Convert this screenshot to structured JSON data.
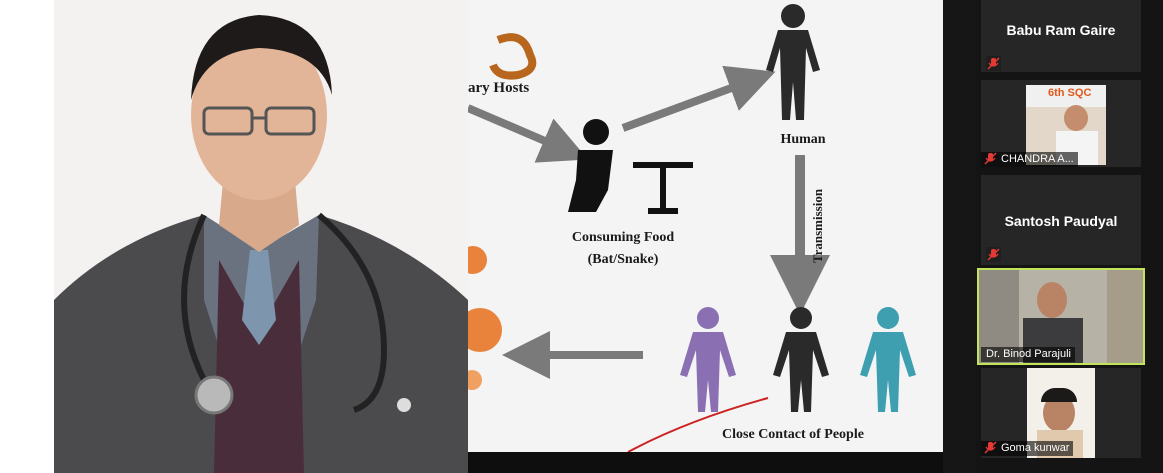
{
  "slide": {
    "hosts_label": "ary Hosts",
    "human_label": "Human",
    "consuming_label_1": "Consuming Food",
    "consuming_label_2": "(Bat/Snake)",
    "transmission_label": "Transmission",
    "contact_label": "Close Contact of People"
  },
  "participants": [
    {
      "name": "Babu Ram Gaire",
      "video": false,
      "muted": true
    },
    {
      "name": "CHANDRA A...",
      "video": true,
      "muted": true
    },
    {
      "name": "Santosh Paudyal",
      "video": false,
      "muted": true
    },
    {
      "name": "Dr. Binod Parajuli",
      "video": true,
      "muted": false,
      "active_speaker": true
    },
    {
      "name": "Goma kunwar",
      "video": true,
      "muted": true
    }
  ],
  "chandra_banner_text": "6th SQC",
  "colors": {
    "active_border": "#c3e35b",
    "mute_red": "#e53935",
    "arrow_gray": "#7a7a7a"
  }
}
